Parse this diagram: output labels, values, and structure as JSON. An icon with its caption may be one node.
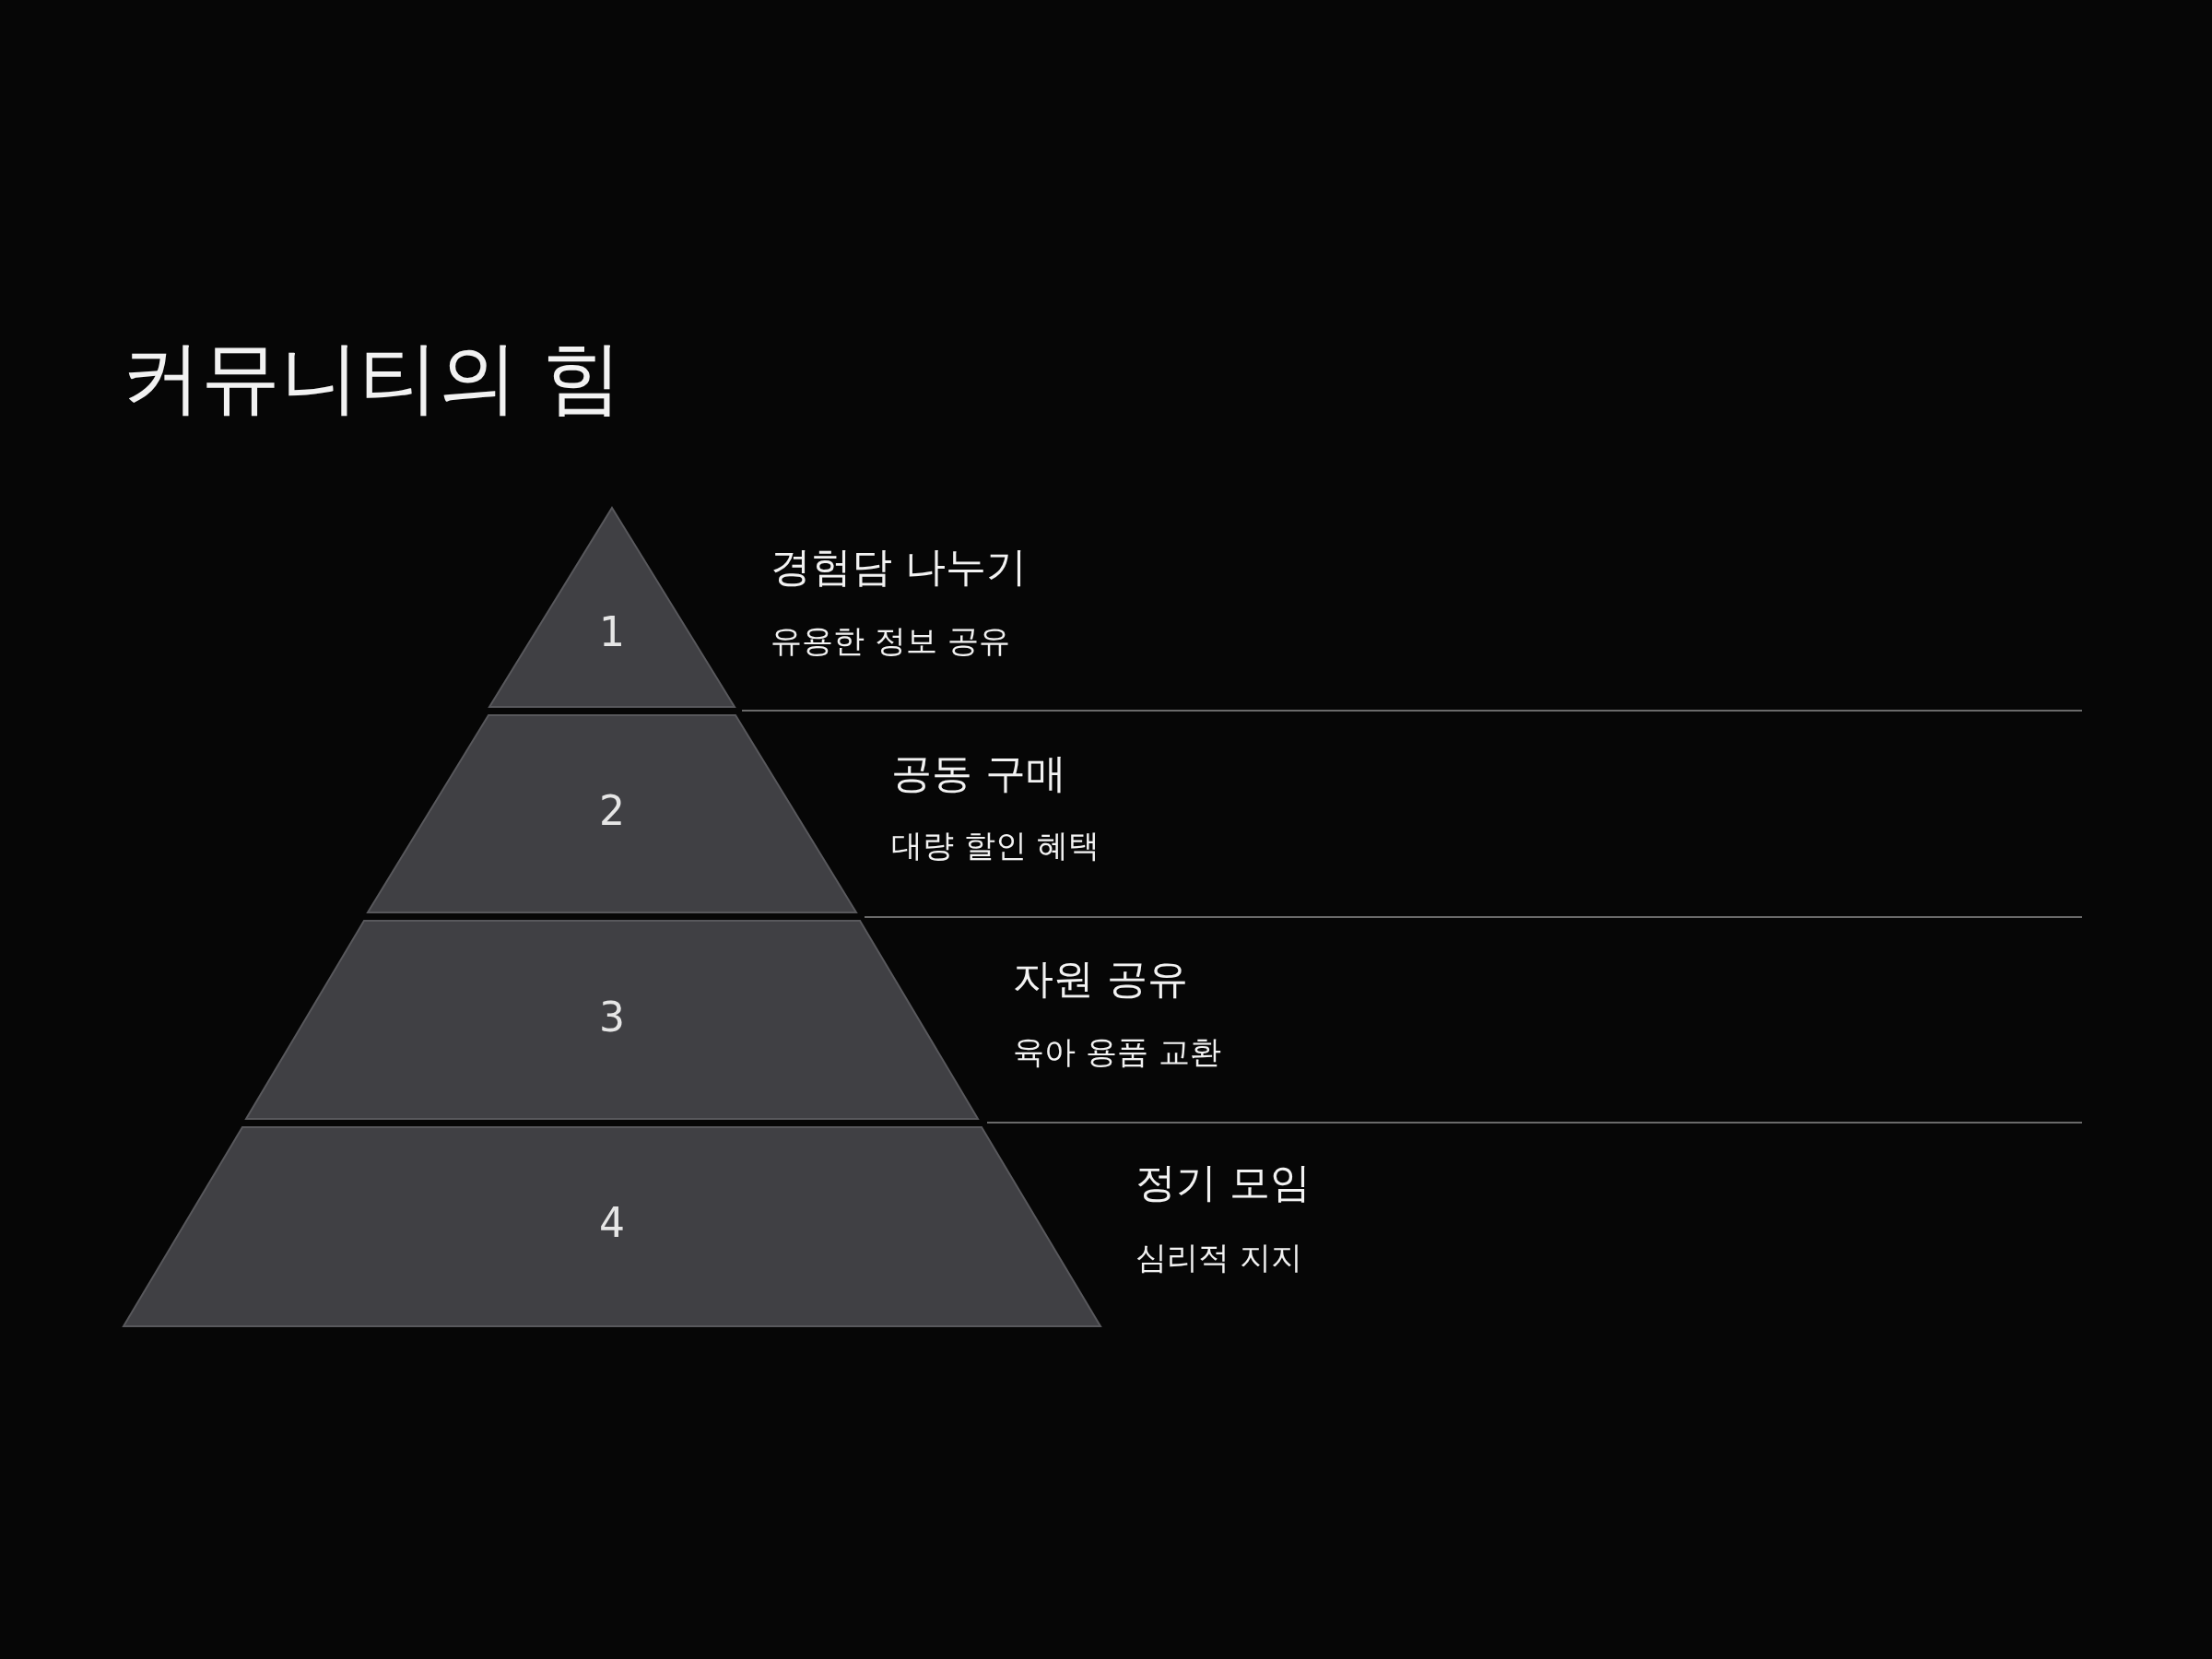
{
  "diagram": {
    "title": "커뮤니티의 힘",
    "nodes": [
      {
        "text": [
          "1"
        ],
        "beside": [
          "경험담 나누기",
          "유용한 정보 공유"
        ]
      },
      {
        "text": [
          "2"
        ],
        "beside": [
          "공동 구매",
          "대량 할인 혜택"
        ]
      },
      {
        "text": [
          "3"
        ],
        "beside": [
          "자원 공유",
          "육아 용품 교환"
        ]
      },
      {
        "text": [
          "4"
        ],
        "beside": [
          "정기 모임",
          "심리적 지지"
        ]
      }
    ]
  }
}
